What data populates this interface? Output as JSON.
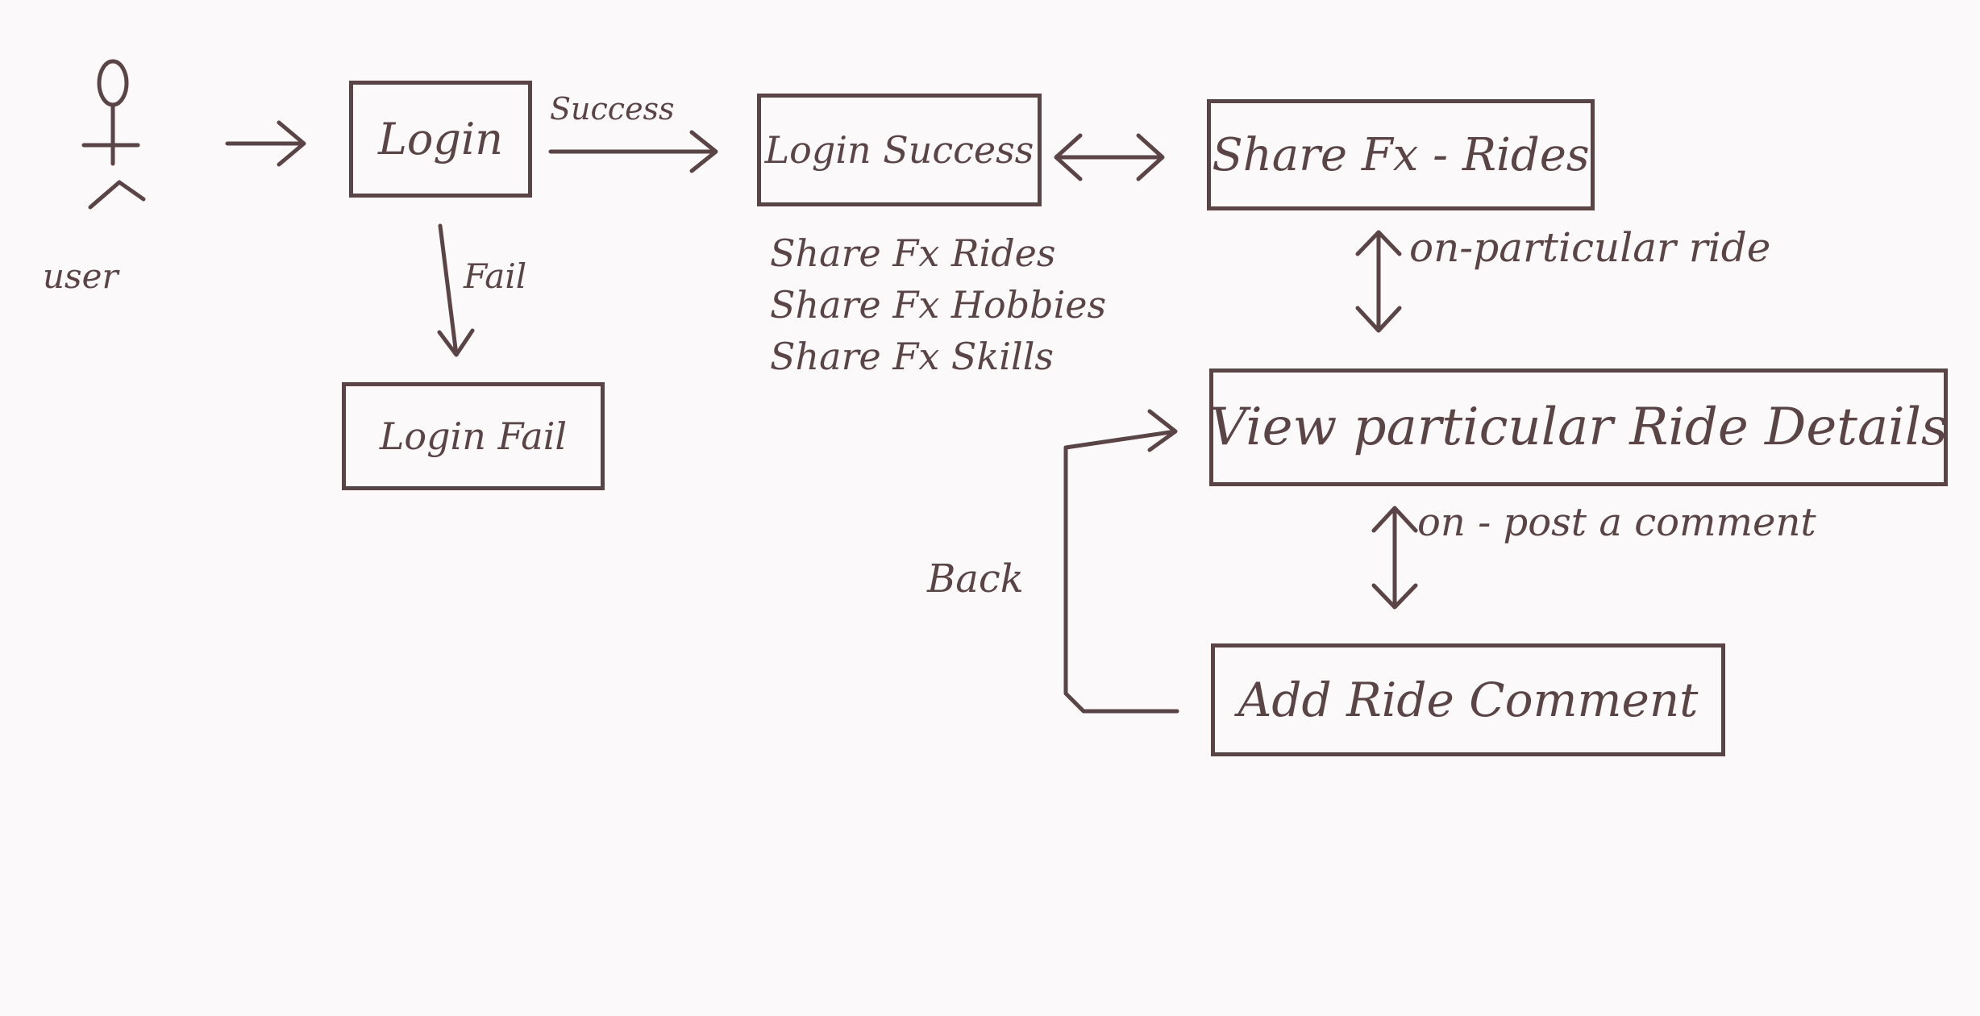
{
  "actor": {
    "label": "user"
  },
  "boxes": {
    "login": "Login",
    "login_fail": "Login Fail",
    "login_success": "Login Success",
    "share_fx_rides": "Share Fx - Rides",
    "view_ride_details": "View particular Ride Details",
    "add_ride_comment": "Add Ride Comment"
  },
  "edges": {
    "success": "Success",
    "fail": "Fail",
    "on_particular_ride": "on-particular ride",
    "on_post_comment": "on - post a comment",
    "back": "Back"
  },
  "login_success_menu": [
    "Share Fx Rides",
    "Share Fx Hobbies",
    "Share Fx Skills"
  ],
  "colors": {
    "ink": "#5a4446",
    "paper": "#fbf9f9"
  }
}
